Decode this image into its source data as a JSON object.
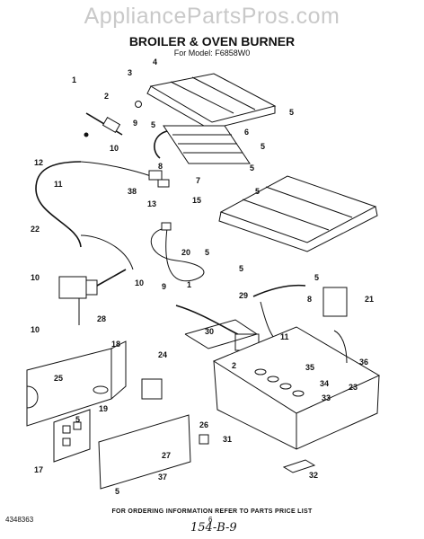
{
  "watermark": "AppliancePartsPros.com",
  "title": "BROILER & OVEN BURNER",
  "model": "For Model: F6858W0",
  "footer": {
    "note": "FOR ORDERING INFORMATION REFER TO PARTS PRICE LIST",
    "page_number": "6",
    "doc_number": "4348363",
    "handwritten": "154-B-9"
  },
  "callouts": [
    "1",
    "2",
    "3",
    "4",
    "5",
    "5",
    "5",
    "6",
    "5",
    "7",
    "8",
    "9",
    "10",
    "11",
    "12",
    "38",
    "13",
    "5",
    "15",
    "5",
    "20",
    "22",
    "10",
    "10",
    "28",
    "5",
    "5",
    "9",
    "1",
    "21",
    "8",
    "29",
    "30",
    "11",
    "36",
    "10",
    "2",
    "35",
    "23",
    "33",
    "34",
    "18",
    "24",
    "25",
    "19",
    "5",
    "26",
    "31",
    "17",
    "27",
    "32",
    "37",
    "5"
  ]
}
